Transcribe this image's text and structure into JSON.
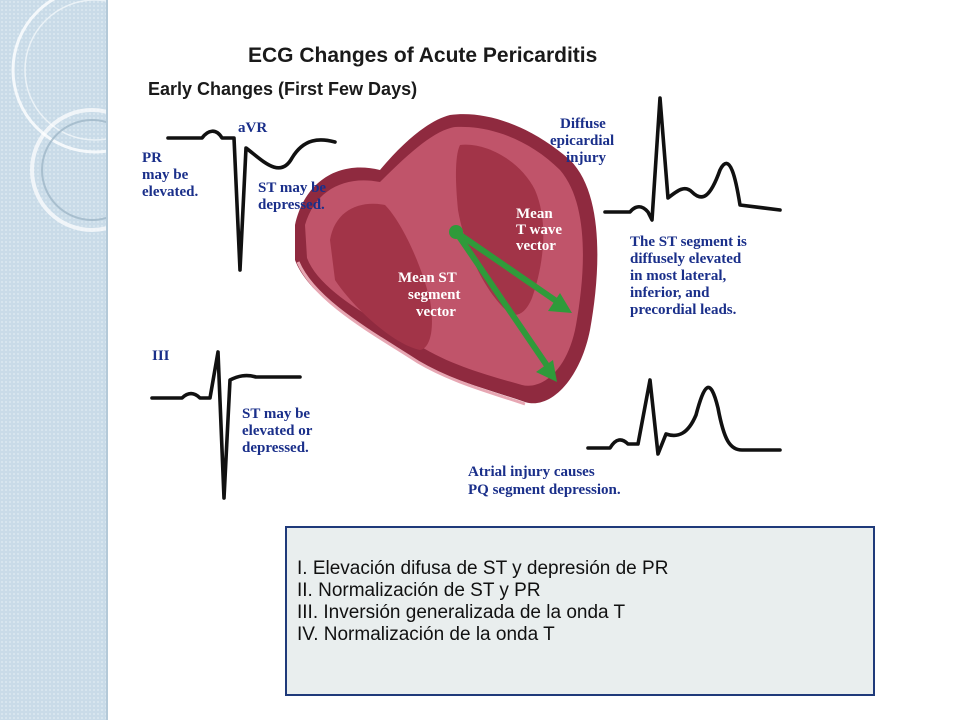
{
  "figure": {
    "title": "ECG Changes of Acute Pericarditis",
    "subtitle": "Early Changes (First Few Days)",
    "labels": {
      "pr": [
        "PR",
        "may be",
        "elevated."
      ],
      "avr": "aVR",
      "st_depressed": [
        "ST may be",
        "depressed."
      ],
      "diffuse": [
        "Diffuse",
        "epicardial",
        "injury"
      ],
      "st_elevated": [
        "The ST segment is",
        "diffusely elevated",
        "in most lateral,",
        "inferior, and",
        "precordial leads."
      ],
      "lead_iii": "III",
      "st_elev_or_dep": [
        "ST may be",
        "elevated or",
        "depressed."
      ],
      "atrial": [
        "Atrial injury causes",
        "PQ segment depression."
      ],
      "mean_t": [
        "Mean",
        "T wave",
        "vector"
      ],
      "mean_st": [
        "Mean ST",
        "segment",
        "vector"
      ]
    },
    "colors": {
      "label_blue": "#1a2f8a",
      "heart": "#b03a50",
      "vector": "#2f9a3a"
    }
  },
  "stages": [
    "I. Elevación difusa de ST y depresión de PR",
    "II. Normalización de ST y PR",
    "III. Inversión generalizada de la onda T",
    "IV. Normalización de la onda T"
  ]
}
